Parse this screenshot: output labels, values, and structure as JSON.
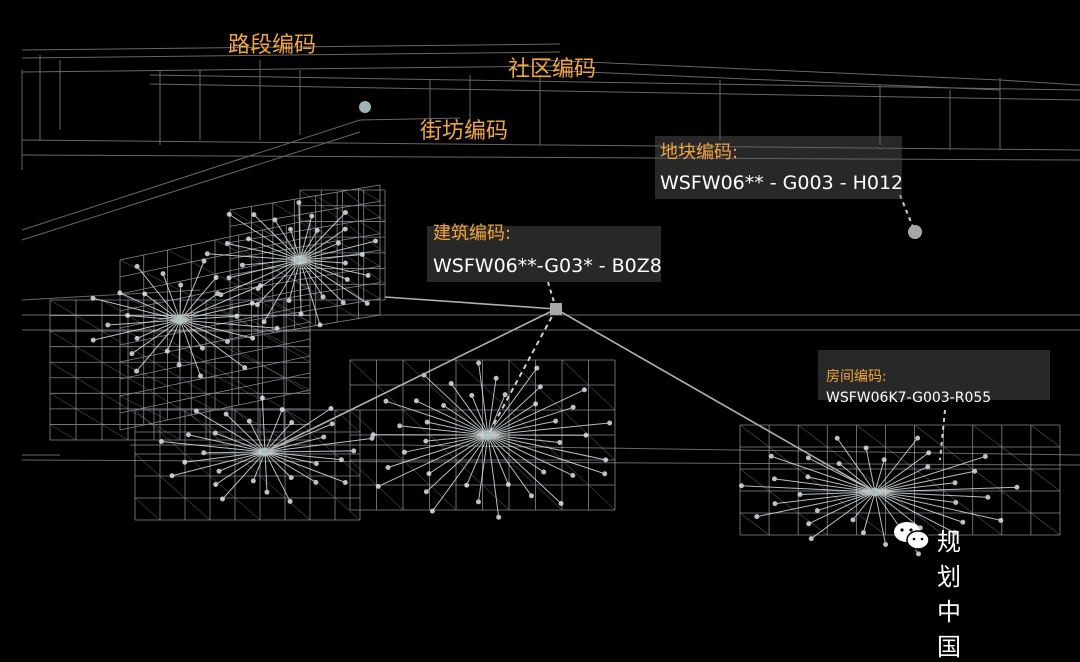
{
  "labels": {
    "road": "路段编码",
    "community": "社区编码",
    "block": "街坊编码",
    "plot_title": "地块编码:",
    "plot_code": "WSFW06** - G003 - H012",
    "building_title": "建筑编码:",
    "building_code": "WSFW06**-G03* - B0Z8",
    "room_title": "房间编码:",
    "room_code": "WSFW06K7-G003-R055"
  },
  "watermark": {
    "text": "规划中国",
    "icon": "wechat-icon"
  },
  "colors": {
    "background": "#000000",
    "label_orange": "#f0a63a",
    "wire": "#d8dde0",
    "node": "#e8f4f4"
  }
}
